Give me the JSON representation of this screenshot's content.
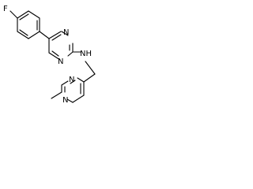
{
  "molecule": {
    "atoms": {
      "fluorine": "F",
      "ring_n_1": "N",
      "ring_n_2": "N",
      "amine_nh": "NH",
      "pyrazine_n_1": "N",
      "pyrazine_n_2": "N"
    }
  }
}
